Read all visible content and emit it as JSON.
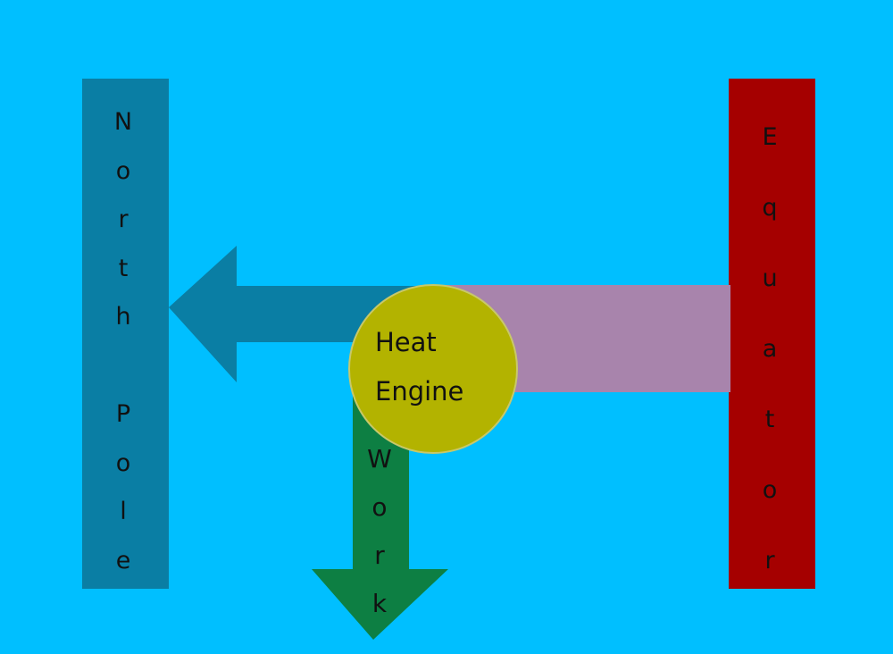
{
  "diagram": {
    "type": "energy-flow",
    "colors": {
      "background": "#00bfff",
      "north_pole": "#0a7ea4",
      "equator": "#a50000",
      "heat_in_arrow": "#a884ac",
      "heat_out_arrow": "#0a7ea4",
      "work_arrow": "#0d7f43",
      "engine": "#b3b300"
    },
    "north_pole": {
      "label": "North Pole"
    },
    "equator": {
      "label": "Equator"
    },
    "engine": {
      "line1": "Heat",
      "line2": "Engine"
    },
    "work": {
      "label": "Work"
    },
    "flows": [
      {
        "from": "Equator",
        "to": "Heat Engine",
        "kind": "heat-in"
      },
      {
        "from": "Heat Engine",
        "to": "North Pole",
        "kind": "heat-out"
      },
      {
        "from": "Heat Engine",
        "to": "Work",
        "kind": "work-out"
      }
    ]
  }
}
